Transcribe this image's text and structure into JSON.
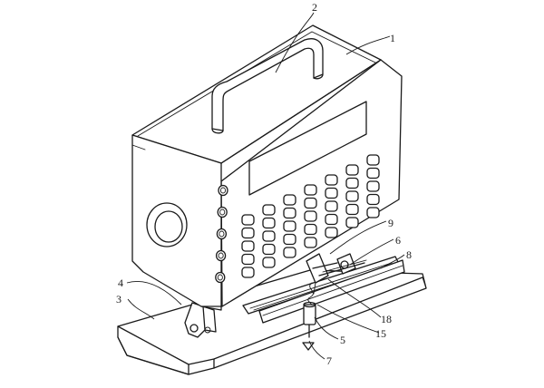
{
  "labels": {
    "l1": "1",
    "l2": "2",
    "l3": "3",
    "l4": "4",
    "l5": "5",
    "l6": "6",
    "l7": "7",
    "l8": "8",
    "l9": "9",
    "l15": "15",
    "l18": "18"
  },
  "keypad": {
    "rows": 5,
    "columns": 7
  },
  "side_buttons": 5
}
